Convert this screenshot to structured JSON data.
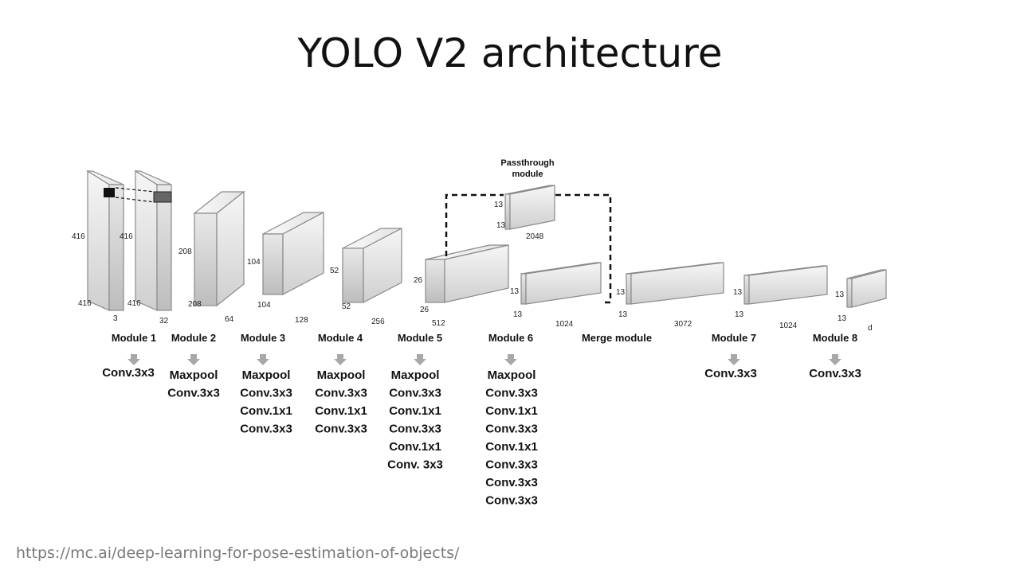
{
  "slide": {
    "title": "YOLO V2 architecture",
    "source_url": "https://mc.ai/deep-learning-for-pose-estimation-of-objects/"
  },
  "passthrough": {
    "label_line1": "Passthrough",
    "label_line2": "module",
    "dims": {
      "h": "13",
      "w": "13",
      "d": "2048"
    }
  },
  "blocks": [
    {
      "id": "m1",
      "h": "416",
      "w": "416",
      "d": "3"
    },
    {
      "id": "m2",
      "h": "416",
      "w": "416",
      "d": "32"
    },
    {
      "id": "m3",
      "h": "208",
      "w": "208",
      "d": "64"
    },
    {
      "id": "m4",
      "h": "104",
      "w": "104",
      "d": "128"
    },
    {
      "id": "m5",
      "h": "52",
      "w": "52",
      "d": "256"
    },
    {
      "id": "m6",
      "h": "26",
      "w": "26",
      "d": "512"
    },
    {
      "id": "m7",
      "h": "13",
      "w": "13",
      "d": "1024"
    },
    {
      "id": "m8",
      "h": "13",
      "w": "13",
      "d": "3072"
    },
    {
      "id": "m9",
      "h": "13",
      "w": "13",
      "d": "1024"
    },
    {
      "id": "m10",
      "h": "13",
      "w": "13",
      "d": "d"
    }
  ],
  "modules": [
    {
      "name": "Module 1",
      "ops": [
        "Conv.3x3"
      ]
    },
    {
      "name": "Module 2",
      "ops": [
        "Maxpool",
        "Conv.3x3"
      ]
    },
    {
      "name": "Module 3",
      "ops": [
        "Maxpool",
        "Conv.3x3",
        "Conv.1x1",
        "Conv.3x3"
      ]
    },
    {
      "name": "Module 4",
      "ops": [
        "Maxpool",
        "Conv.3x3",
        "Conv.1x1",
        "Conv.3x3"
      ]
    },
    {
      "name": "Module 5",
      "ops": [
        "Maxpool",
        "Conv.3x3",
        "Conv.1x1",
        "Conv.3x3",
        "Conv.1x1",
        "Conv. 3x3"
      ]
    },
    {
      "name": "Module 6",
      "ops": [
        "Maxpool",
        "Conv.3x3",
        "Conv.1x1",
        "Conv.3x3",
        "Conv.1x1",
        "Conv.3x3",
        "Conv.3x3",
        "Conv.3x3"
      ]
    },
    {
      "name": "Merge module",
      "ops": []
    },
    {
      "name": "Module 7",
      "ops": [
        "Conv.3x3"
      ]
    },
    {
      "name": "Module 8",
      "ops": [
        "Conv.3x3"
      ]
    }
  ]
}
